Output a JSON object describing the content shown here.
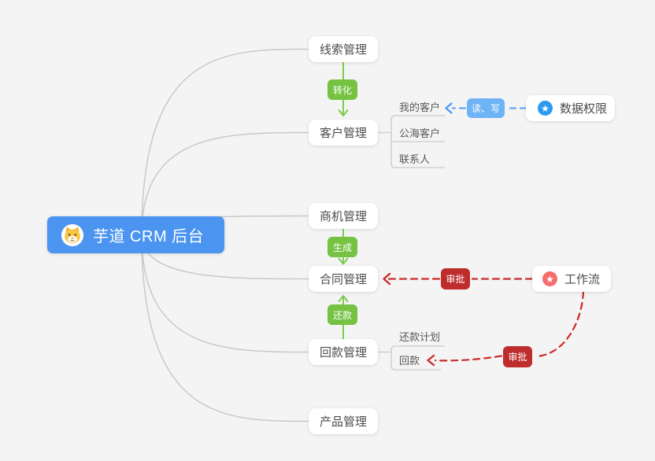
{
  "root": {
    "label": "芋道 CRM 后台"
  },
  "modules": {
    "leads": {
      "label": "线索管理"
    },
    "customers": {
      "label": "客户管理"
    },
    "opportunities": {
      "label": "商机管理"
    },
    "contracts": {
      "label": "合同管理"
    },
    "payments": {
      "label": "回款管理"
    },
    "products": {
      "label": "产品管理"
    }
  },
  "customers_children": {
    "mine": {
      "label": "我的客户"
    },
    "public_sea": {
      "label": "公海客户"
    },
    "contacts": {
      "label": "联系人"
    }
  },
  "payments_children": {
    "plan": {
      "label": "还款计划"
    },
    "receipt": {
      "label": "回款"
    }
  },
  "side_nodes": {
    "data_permission": {
      "label": "数据权限"
    },
    "workflow": {
      "label": "工作流"
    }
  },
  "edge_labels": {
    "convert": "转化",
    "generate": "生成",
    "repay": "还款",
    "read_write": "读、写",
    "approve_contract": "审批",
    "approve_receipt": "审批"
  },
  "icons": {
    "star": "★"
  },
  "colors": {
    "root_bg": "#4b94f0",
    "green_badge": "#76c243",
    "green_line": "#7ccb4d",
    "red_badge": "#bf2c2c",
    "red_line": "#cb2a2a",
    "blue_badge": "#6fb3f7",
    "blue_line": "#4e9cf6",
    "gray_line": "#c9c9c9",
    "permission_icon_bg": "#2b9af3",
    "workflow_icon_bg": "#f56c6c"
  }
}
